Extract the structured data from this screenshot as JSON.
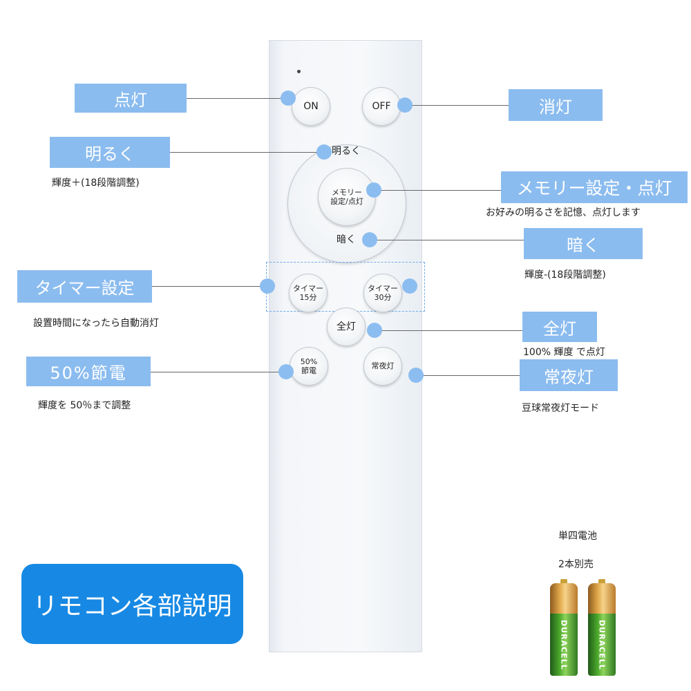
{
  "colors": {
    "label_bg": "#8bbcef",
    "dot": "#8cbdf0",
    "title_bg": "#1789e4"
  },
  "remote": {
    "on": "ON",
    "off": "OFF",
    "brighter": "明るく",
    "memory_line1": "メモリー",
    "memory_line2": "設定/点灯",
    "darker": "暗く",
    "timer15_line1": "タイマー",
    "timer15_line2": "15分",
    "timer30_line1": "タイマー",
    "timer30_line2": "30分",
    "full": "全灯",
    "save_line1": "50%",
    "save_line2": "節電",
    "night": "常夜灯"
  },
  "labels": {
    "light_on": "点灯",
    "light_off": "消灯",
    "brighter": "明るく",
    "brighter_note": "輝度＋(18段階調整)",
    "memory": "メモリー設定・点灯",
    "memory_note": "お好みの明るさを記憶、点灯します",
    "darker": "暗く",
    "darker_note": "輝度-(18段階調整)",
    "timer": "タイマー設定",
    "timer_note": "設置時間になったら自動消灯",
    "full": "全灯",
    "full_note": "100% 輝度 で点灯",
    "save": "50%節電",
    "save_note": "輝度を 50％まで調整",
    "night": "常夜灯",
    "night_note": "豆球常夜灯モード"
  },
  "battery_info": {
    "type": "単四電池",
    "note": "2本別売",
    "brand": "DURACELL"
  },
  "title": "リモコン各部説明"
}
